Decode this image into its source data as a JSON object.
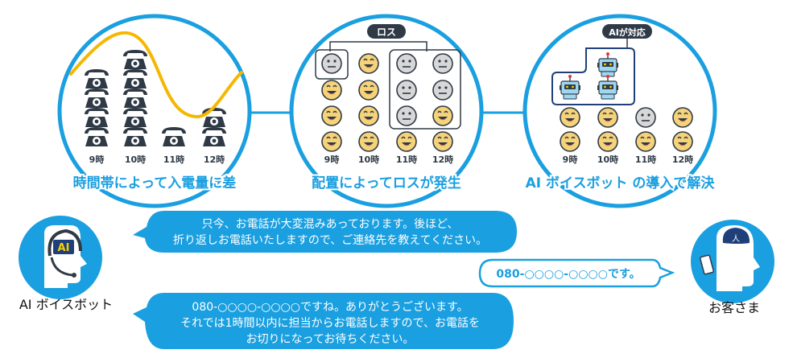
{
  "colors": {
    "blue": "#1a9fe0",
    "dark": "#2f3a46",
    "yellow": "#f5b700",
    "face": "#f6d278",
    "gray": "#d7d7d7",
    "robot": "#9fd6f0"
  },
  "panels": [
    {
      "id": "panel-1",
      "caption": "時間帯によって入電量に差",
      "hours": [
        "9時",
        "10時",
        "11時",
        "12時"
      ],
      "call_volume_phones": [
        4,
        5,
        1,
        2
      ]
    },
    {
      "id": "panel-2",
      "tag": "ロス",
      "caption": "配置によってロスが発生",
      "hours": [
        "9時",
        "10時",
        "11時",
        "12時"
      ]
    },
    {
      "id": "panel-3",
      "tag": "AIが対応",
      "caption": "AI ボイスボット の導入で解決",
      "hours": [
        "9時",
        "10時",
        "11時",
        "12時"
      ]
    }
  ],
  "bot": {
    "label": "AI ボイスボット",
    "headset_text": "AI"
  },
  "customer": {
    "label": "お客さま",
    "head_text": "人"
  },
  "bubbles": [
    {
      "id": "bot-1",
      "lines": [
        "只今、お電話が大変混みあっております。後ほど、",
        "折り返しお電話いたしますので、ご連絡先を教えてください。"
      ]
    },
    {
      "id": "customer-1",
      "lines": [
        "080-○○○○-○○○○です。"
      ]
    },
    {
      "id": "bot-2",
      "lines": [
        "080-○○○○-○○○○ですね。ありがとうございます。",
        "それでは1時間以内に担当からお電話しますので、お電話を",
        "お切りになってお待ちください。"
      ]
    }
  ]
}
